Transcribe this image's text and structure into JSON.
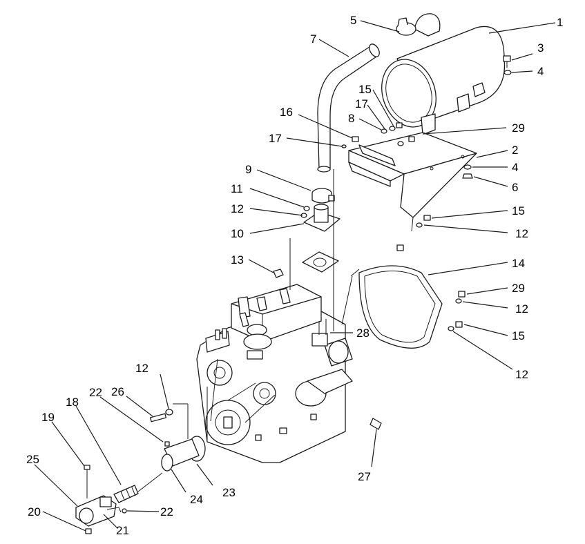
{
  "callouts": [
    {
      "id": "c1",
      "text": "1"
    },
    {
      "id": "c2",
      "text": "2"
    },
    {
      "id": "c3",
      "text": "3"
    },
    {
      "id": "c4a",
      "text": "4"
    },
    {
      "id": "c4b",
      "text": "4"
    },
    {
      "id": "c5",
      "text": "5"
    },
    {
      "id": "c6",
      "text": "6"
    },
    {
      "id": "c7",
      "text": "7"
    },
    {
      "id": "c8",
      "text": "8"
    },
    {
      "id": "c9",
      "text": "9"
    },
    {
      "id": "c10",
      "text": "10"
    },
    {
      "id": "c11",
      "text": "11"
    },
    {
      "id": "c12a",
      "text": "12"
    },
    {
      "id": "c12b",
      "text": "12"
    },
    {
      "id": "c12c",
      "text": "12"
    },
    {
      "id": "c12d",
      "text": "12"
    },
    {
      "id": "c12e",
      "text": "12"
    },
    {
      "id": "c13",
      "text": "13"
    },
    {
      "id": "c14",
      "text": "14"
    },
    {
      "id": "c15a",
      "text": "15"
    },
    {
      "id": "c15b",
      "text": "15"
    },
    {
      "id": "c15c",
      "text": "15"
    },
    {
      "id": "c16",
      "text": "16"
    },
    {
      "id": "c17a",
      "text": "17"
    },
    {
      "id": "c17b",
      "text": "17"
    },
    {
      "id": "c18",
      "text": "18"
    },
    {
      "id": "c19",
      "text": "19"
    },
    {
      "id": "c20",
      "text": "20"
    },
    {
      "id": "c21",
      "text": "21"
    },
    {
      "id": "c22a",
      "text": "22"
    },
    {
      "id": "c22b",
      "text": "22"
    },
    {
      "id": "c23",
      "text": "23"
    },
    {
      "id": "c24",
      "text": "24"
    },
    {
      "id": "c25",
      "text": "25"
    },
    {
      "id": "c26",
      "text": "26"
    },
    {
      "id": "c27",
      "text": "27"
    },
    {
      "id": "c28",
      "text": "28"
    },
    {
      "id": "c29a",
      "text": "29"
    },
    {
      "id": "c29b",
      "text": "29"
    }
  ]
}
